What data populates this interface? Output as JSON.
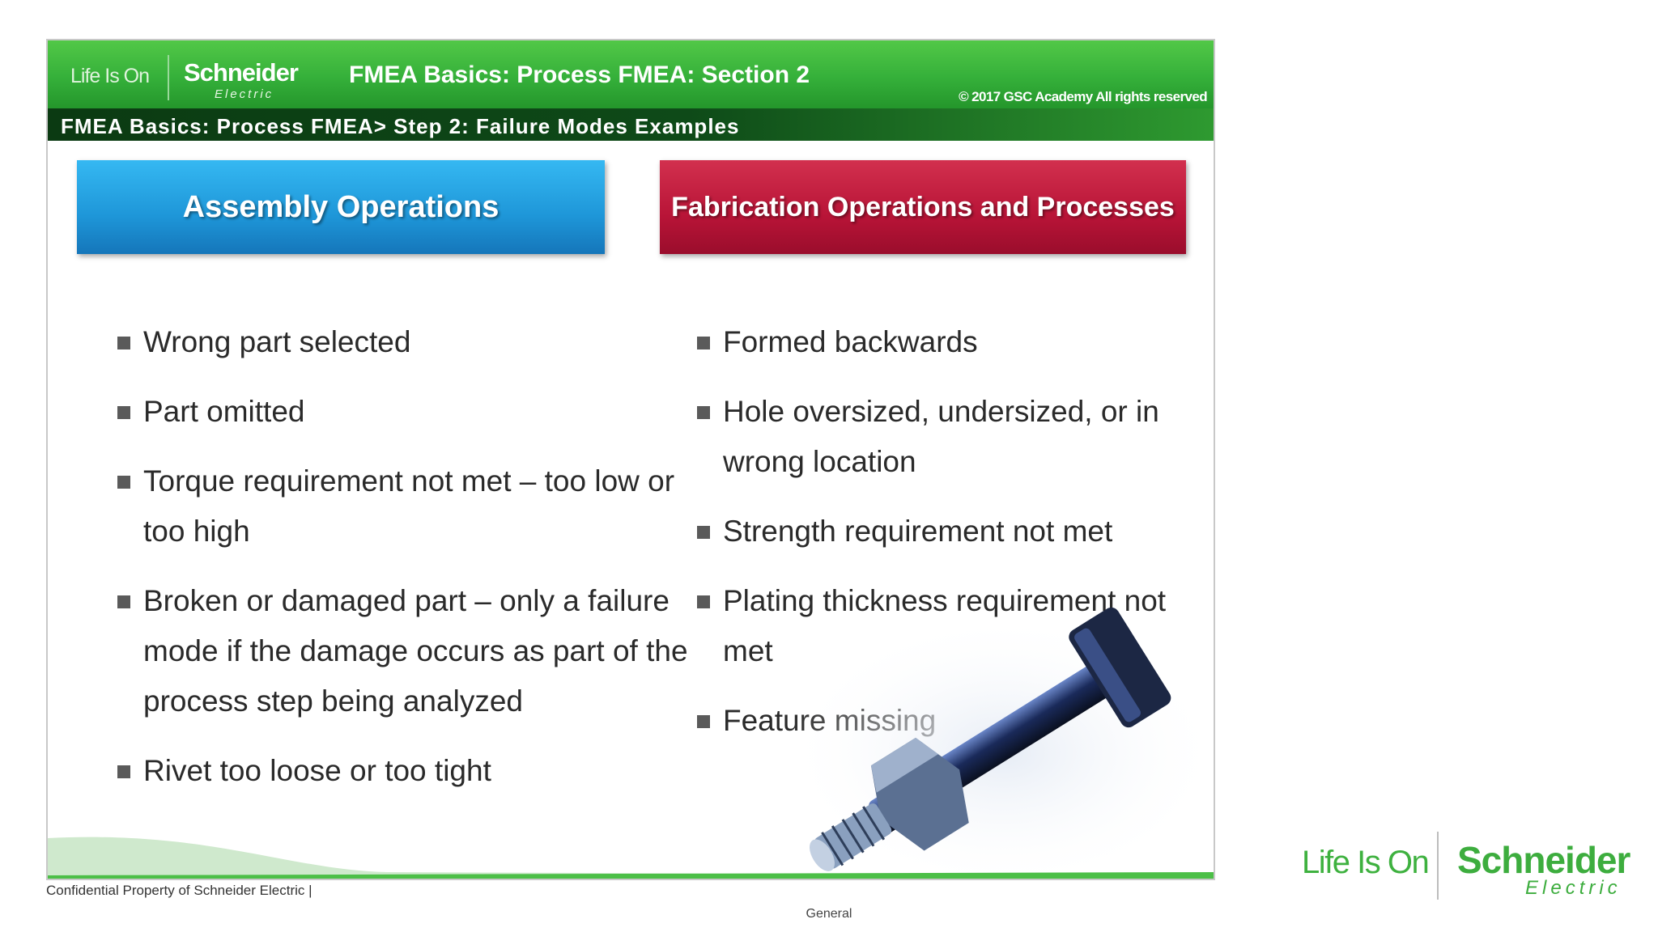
{
  "banner": {
    "life_is_on": "Life Is On",
    "logo": "Schneider",
    "logo_sub": "Electric",
    "title": "FMEA Basics: Process FMEA: Section 2",
    "copyright": "© 2017 GSC Academy All rights reserved"
  },
  "breadcrumb": "FMEA Basics: Process FMEA> Step 2: Failure Modes Examples",
  "assembly": {
    "header": "Assembly Operations",
    "items": [
      "Wrong part selected",
      "Part omitted",
      "Torque requirement not met – too low or too high",
      "Broken or damaged part – only a failure mode if the damage occurs as part of the process step being analyzed",
      "Rivet too loose or too tight"
    ]
  },
  "fabrication": {
    "header": "Fabrication Operations and Processes",
    "items": [
      "Formed backwards",
      "Hole oversized, undersized, or in wrong location",
      "Strength requirement not met",
      "Plating thickness requirement not met",
      "Feature missing"
    ]
  },
  "footer": {
    "confidential": "Confidential Property of Schneider Electric |",
    "classification": "General",
    "life_is_on": "Life Is On",
    "logo": "Schneider",
    "logo_sub": "Electric"
  },
  "colors": {
    "brand_green": "#3dad3e",
    "assembly_blue": "#1e96d8",
    "fabrication_red": "#b81437"
  }
}
